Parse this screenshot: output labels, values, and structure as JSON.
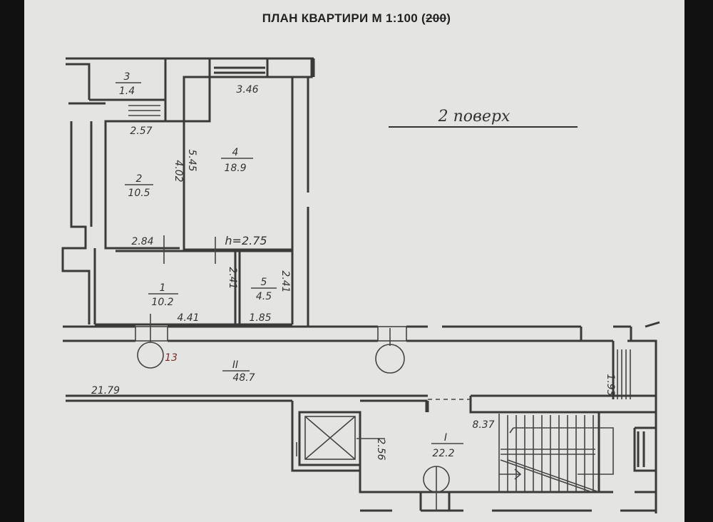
{
  "title": {
    "text": "ПЛАН КВАРТИРИ М 1:100",
    "scale_struck": "200"
  },
  "floor_label": "2 поверх",
  "rooms": [
    {
      "number": "1",
      "area": "10.2"
    },
    {
      "number": "2",
      "area": "10.5"
    },
    {
      "number": "3",
      "area": "1.4"
    },
    {
      "number": "4",
      "area": "18.9"
    },
    {
      "number": "5",
      "area": "4.5"
    },
    {
      "number": "II",
      "area": "48.7"
    },
    {
      "number": "I",
      "area": "22.2"
    }
  ],
  "dimensions": {
    "d_3_46": "3.46",
    "d_2_57": "2.57",
    "d_4_02": "4.02",
    "d_5_45": "5.45",
    "d_2_84": "2.84",
    "ceiling": "h=2.75",
    "d_2_41a": "2.41",
    "d_2_41b": "2.41",
    "d_4_41": "4.41",
    "d_1_85": "1.85",
    "d_21_79": "21.79",
    "d_1_93": "1.93",
    "d_8_37": "8.37",
    "d_2_56": "2.56"
  },
  "marker": "13"
}
